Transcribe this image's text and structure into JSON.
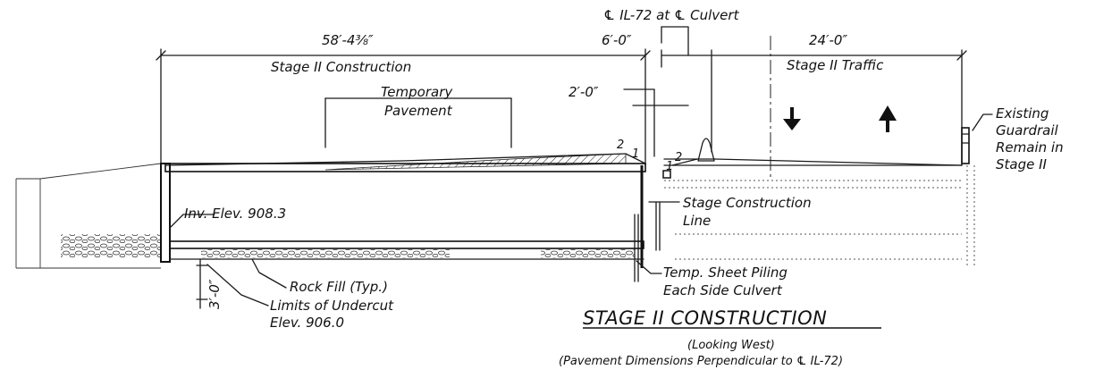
{
  "labels": {
    "centerline_top": "℄ IL-72 at ℄ Culvert",
    "dim_left_total": "58′-4³⁄₈″",
    "stage_construction": "Stage II Construction",
    "dim_6ft": "6′-0″",
    "dim_24ft": "24′-0″",
    "stage_traffic": "Stage II Traffic",
    "temporary_1": "Temporary",
    "temporary_2": "Pavement",
    "dim_2ft": "2′-0″",
    "slope_left_2": "2",
    "slope_left_1": "1",
    "slope_right_1": "1",
    "slope_right_2": "2",
    "guardrail_1": "Existing",
    "guardrail_2": "Guardrail",
    "guardrail_3": "Remain in",
    "guardrail_4": "Stage II",
    "inv_elev": "Inv. Elev. 908.3",
    "stage_line_1": "Stage Construction",
    "stage_line_2": "Line",
    "sheet_piling_1": "Temp. Sheet Piling",
    "sheet_piling_2": "Each Side Culvert",
    "rock_fill": "Rock Fill (Typ.)",
    "undercut_1": "Limits of Undercut",
    "undercut_2": "Elev. 906.0",
    "dim_3ft": "3′-0″",
    "title": "STAGE II CONSTRUCTION",
    "subtitle_1": "(Looking West)",
    "subtitle_2": "(Pavement Dimensions Perpendicular to ℄ IL-72)"
  }
}
